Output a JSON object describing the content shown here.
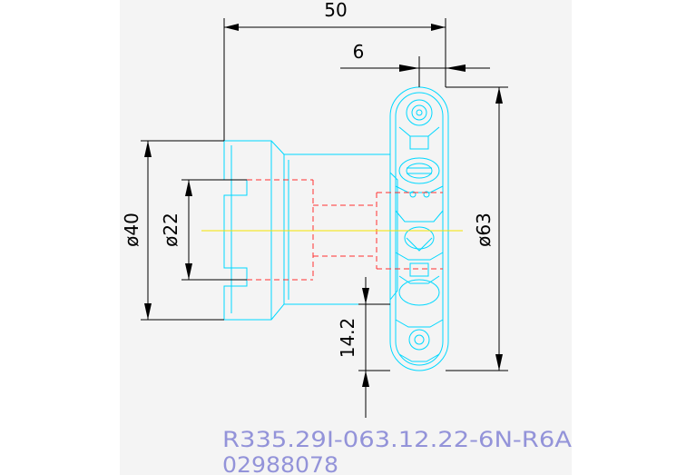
{
  "drawing": {
    "dimensions": {
      "overall_length": "50",
      "flange_thickness": "6",
      "body_diameter": "ø40",
      "bore_diameter": "ø22",
      "cutter_diameter": "ø63",
      "offset_height": "14.2"
    },
    "designation": {
      "part_code": "R335.29I-063.12.22-6N-R6A",
      "order_number": "02988078"
    },
    "colors": {
      "background": "#ffffff",
      "sheet": "#f4f4f4",
      "outline": "#00d8ff",
      "hidden_lines": "#ff3030",
      "centerline": "#f5e400",
      "dimension": "#000000",
      "designation_text": "#9393d9"
    }
  }
}
